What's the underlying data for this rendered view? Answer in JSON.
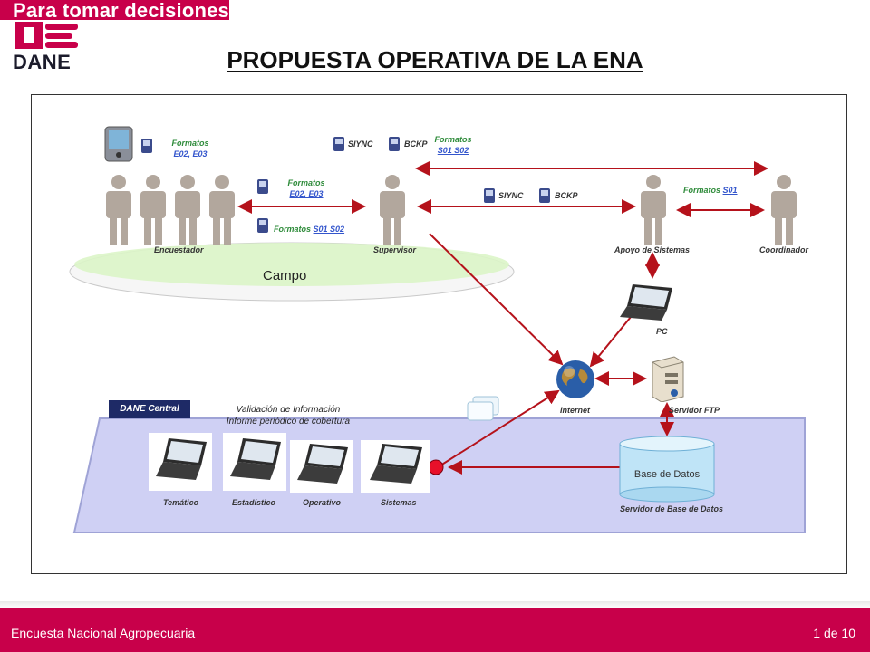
{
  "header": {
    "tagline": "Para tomar decisiones",
    "logo_text": "DANE",
    "title": "PROPUESTA OPERATIVA DE LA ENA"
  },
  "field": {
    "area_label": "Campo",
    "roles": {
      "encuestador": "Encuestador",
      "supervisor": "Supervisor",
      "apoyo": "Apoyo de Sistemas",
      "coordinador": "Coordinador"
    },
    "formats": {
      "enc_word": "Formatos",
      "enc_codes": "E02, E03",
      "sup_word": "Formatos",
      "sup_codes": "E02, E03",
      "sup2_word": "Formatos",
      "sup2_codes": "S01 S02",
      "top_word": "Formatos",
      "top_codes": "S01 S02",
      "coord_word": "Formatos",
      "coord_codes": "S01"
    },
    "sync_label_1": "SIYNC",
    "bckp_label_1": "BCKP",
    "sync_label_2": "SIYNC",
    "bckp_label_2": "BCKP"
  },
  "network": {
    "pc_label": "PC",
    "internet_label": "Internet",
    "ftp_label": "Servidor FTP"
  },
  "central": {
    "tag": "DANE Central",
    "validation_line1": "Validación de Información",
    "validation_line2": "Informe periódico de cobertura",
    "stations": [
      "Temático",
      "Estadístico",
      "Operativo",
      "Sistemas"
    ],
    "db_label": "Base de Datos",
    "db_server_label": "Servidor de Base de Datos"
  },
  "footer": {
    "left": "Encuesta Nacional Agropecuaria",
    "right": "1 de 10"
  },
  "colors": {
    "brand": "#c8004a",
    "arrow": "#b5121b",
    "person": "#b2a79d",
    "central_fill": "#cfd0f4",
    "db_fill": "#bfe4f7",
    "tag_bg": "#1e2a66"
  }
}
